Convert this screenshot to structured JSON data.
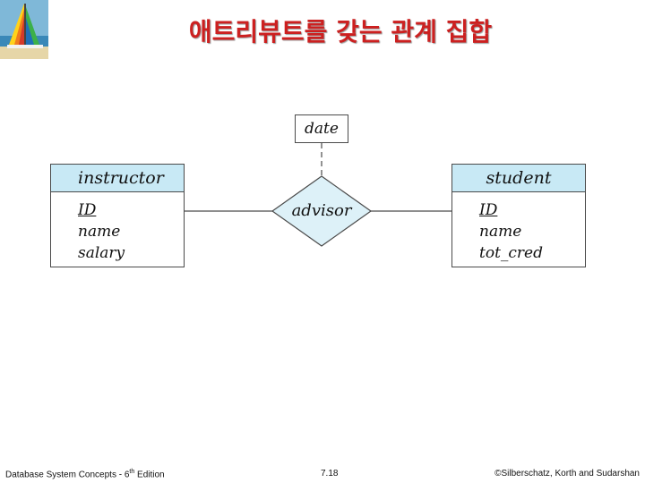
{
  "slide": {
    "title": "애트리뷰트를 갖는 관계 집합"
  },
  "diagram": {
    "entities": [
      {
        "name": "instructor",
        "attributes": [
          "ID",
          "name",
          "salary"
        ],
        "primary_key": "ID"
      },
      {
        "name": "student",
        "attributes": [
          "ID",
          "name",
          "tot_cred"
        ],
        "primary_key": "ID"
      }
    ],
    "relationship": {
      "name": "advisor",
      "attribute": "date"
    },
    "colors": {
      "header_fill": "#c8e9f5",
      "diamond_fill": "#ddf1f8",
      "title": "#cc2020"
    }
  },
  "footer": {
    "left_prefix": "Database System Concepts - 6",
    "left_sup": "th",
    "left_suffix": " Edition",
    "center": "7.18",
    "right": "©Silberschatz, Korth and Sudarshan"
  }
}
